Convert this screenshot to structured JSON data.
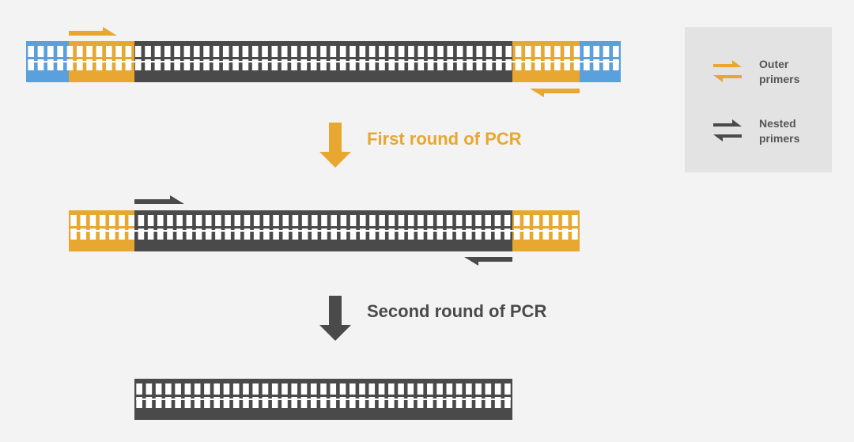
{
  "colors": {
    "background": "#f3f3f3",
    "legend_background": "#e3e3e3",
    "outer_region": "#e8a730",
    "flank_region": "#5aa0dd",
    "target_region": "#4a4a4a",
    "base_pair": "#ffffff",
    "first_round_arrow": "#e8a730",
    "second_round_arrow": "#4a4a4a",
    "outer_primer": "#e8a730",
    "nested_primer": "#4a4a4a"
  },
  "steps": {
    "first_round_label": "First round of PCR",
    "second_round_label": "Second round of PCR"
  },
  "legend": {
    "outer_primers_label": "Outer\nprimers",
    "nested_primers_label": "Nested\nprimers",
    "outer_icon": "double-arrow-icon",
    "nested_icon": "double-arrow-icon"
  },
  "dna": {
    "strand_1_regions": [
      "flank",
      "outer",
      "target",
      "outer",
      "flank"
    ],
    "strand_2_regions": [
      "outer",
      "target",
      "outer"
    ],
    "strand_3_regions": [
      "target"
    ]
  }
}
